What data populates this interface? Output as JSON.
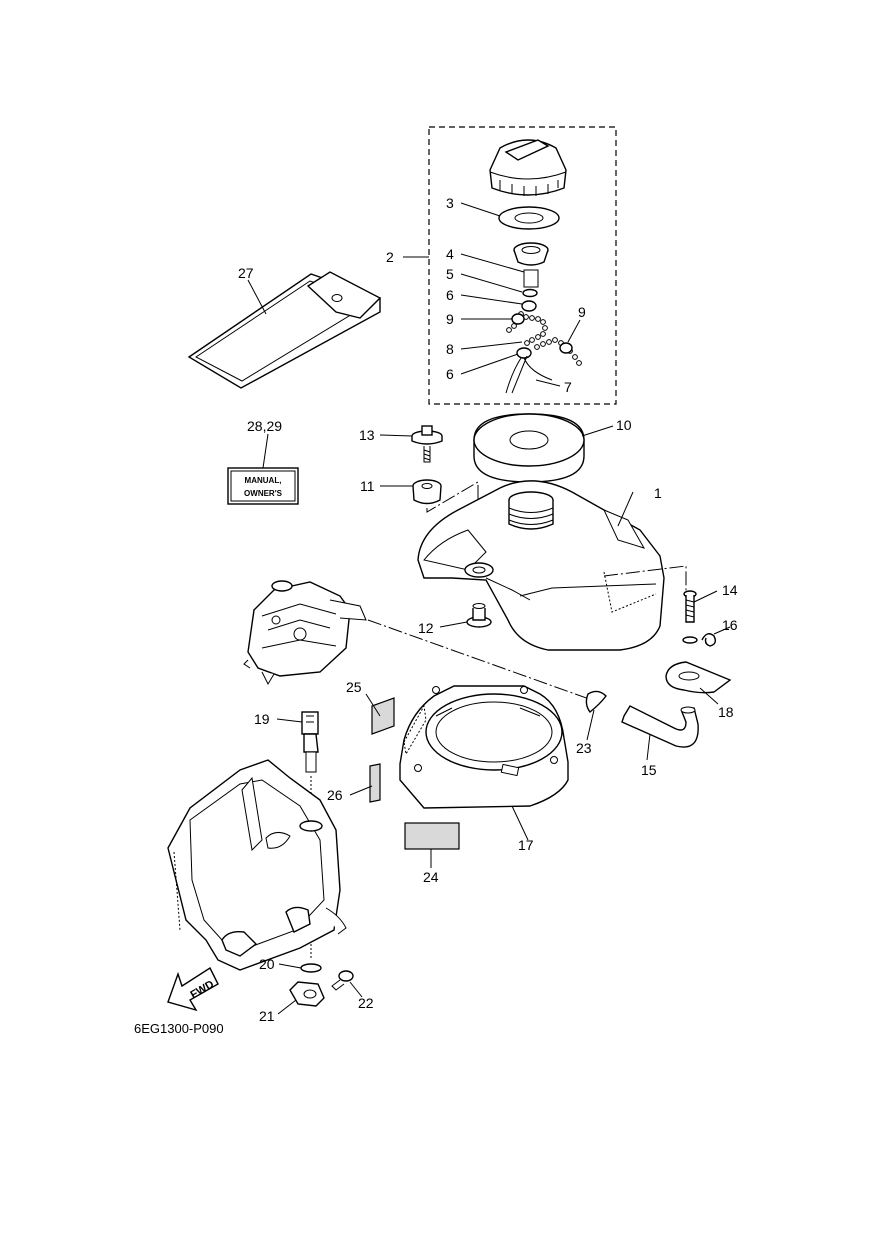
{
  "diagram": {
    "callouts": [
      {
        "id": "1",
        "text": "1"
      },
      {
        "id": "2",
        "text": "2"
      },
      {
        "id": "3",
        "text": "3"
      },
      {
        "id": "4",
        "text": "4"
      },
      {
        "id": "5",
        "text": "5"
      },
      {
        "id": "6a",
        "text": "6"
      },
      {
        "id": "6b",
        "text": "6"
      },
      {
        "id": "7",
        "text": "7"
      },
      {
        "id": "8",
        "text": "8"
      },
      {
        "id": "9a",
        "text": "9"
      },
      {
        "id": "9b",
        "text": "9"
      },
      {
        "id": "10",
        "text": "10"
      },
      {
        "id": "11",
        "text": "11"
      },
      {
        "id": "12",
        "text": "12"
      },
      {
        "id": "13",
        "text": "13"
      },
      {
        "id": "14",
        "text": "14"
      },
      {
        "id": "15",
        "text": "15"
      },
      {
        "id": "16",
        "text": "16"
      },
      {
        "id": "17",
        "text": "17"
      },
      {
        "id": "18",
        "text": "18"
      },
      {
        "id": "19",
        "text": "19"
      },
      {
        "id": "20",
        "text": "20"
      },
      {
        "id": "21",
        "text": "21"
      },
      {
        "id": "22",
        "text": "22"
      },
      {
        "id": "23",
        "text": "23"
      },
      {
        "id": "24",
        "text": "24"
      },
      {
        "id": "25",
        "text": "25"
      },
      {
        "id": "26",
        "text": "26"
      },
      {
        "id": "27",
        "text": "27"
      },
      {
        "id": "28_29",
        "text": "28,29"
      }
    ],
    "manual_tag": {
      "line1": "MANUAL,",
      "line2": "OWNER'S"
    },
    "fwd_arrow_text": "FWD",
    "drawing_code": "6EG1300-P090"
  }
}
